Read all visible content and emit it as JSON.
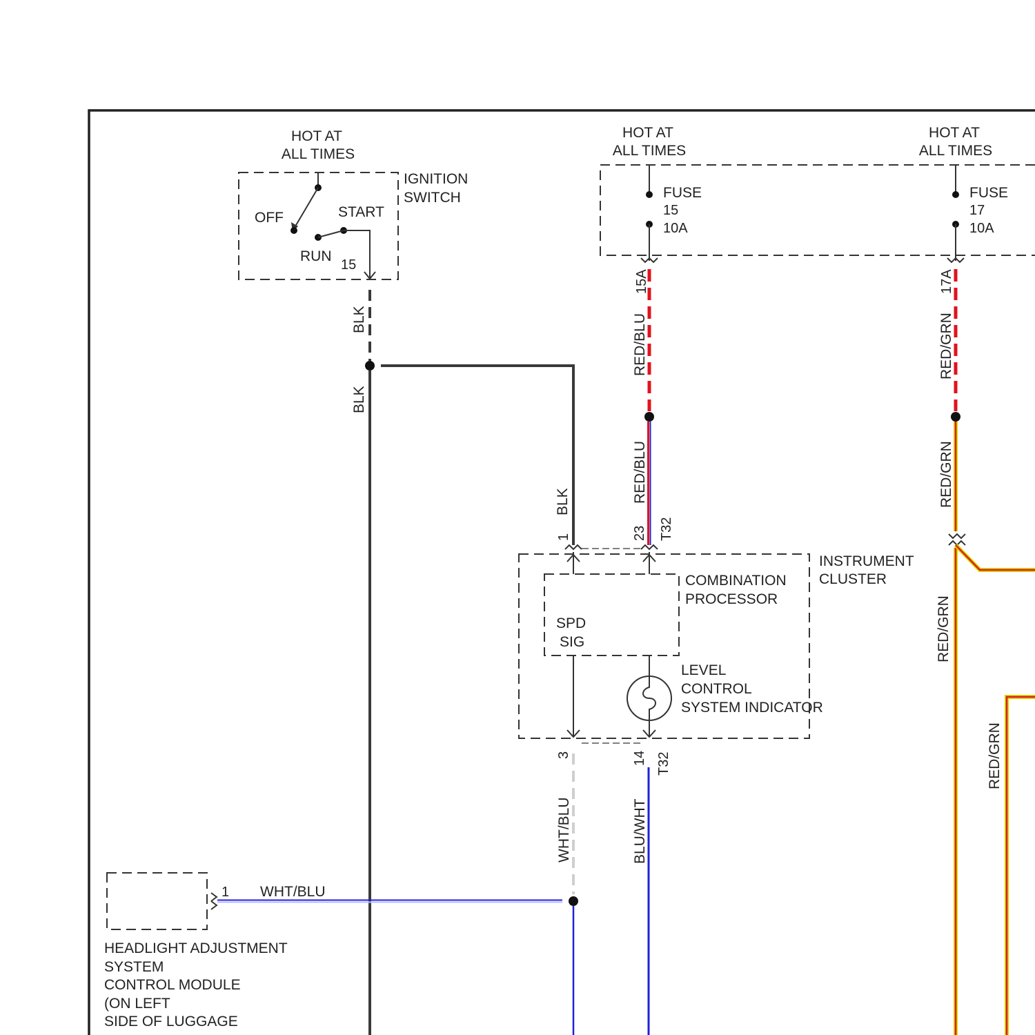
{
  "ignition": {
    "hot_line1": "HOT AT",
    "hot_line2": "ALL TIMES",
    "name_line1": "IGNITION",
    "name_line2": "SWITCH",
    "off": "OFF",
    "start": "START",
    "run": "RUN",
    "terminal": "15"
  },
  "fuse_box": {
    "fuse15": {
      "hot_line1": "HOT AT",
      "hot_line2": "ALL TIMES",
      "label": "FUSE",
      "number": "15",
      "rating": "10A",
      "terminal": "15A"
    },
    "fuse17": {
      "hot_line1": "HOT AT",
      "hot_line2": "ALL TIMES",
      "label": "FUSE",
      "number": "17",
      "rating": "10A",
      "terminal": "17A"
    }
  },
  "instrument_cluster": {
    "name_line1": "INSTRUMENT",
    "name_line2": "CLUSTER",
    "processor_line1": "COMBINATION",
    "processor_line2": "PROCESSOR",
    "spd_line1": "SPD",
    "spd_line2": "SIG",
    "indicator_line1": "LEVEL",
    "indicator_line2": "CONTROL",
    "indicator_line3": "SYSTEM INDICATOR",
    "pins": {
      "top_left": "1",
      "top_right": "23",
      "top_connector": "T32",
      "bottom_left": "3",
      "bottom_right": "14",
      "bottom_connector": "T32"
    }
  },
  "headlight_module": {
    "pin": "1",
    "line1": "HEADLIGHT ADJUSTMENT",
    "line2": "SYSTEM",
    "line3": "CONTROL MODULE",
    "line4": "(ON LEFT",
    "line5": "SIDE OF LUGGAGE"
  },
  "wires": {
    "blk_upper": "BLK",
    "blk_lower": "BLK",
    "blk_cluster": "BLK",
    "red_blu_upper": "RED/BLU",
    "red_blu_lower": "RED/BLU",
    "red_grn_upper": "RED/GRN",
    "red_grn_mid": "RED/GRN",
    "red_grn_lower": "RED/GRN",
    "red_grn_right": "RED/GRN",
    "wht_blu_vertical": "WHT/BLU",
    "wht_blu_horizontal": "WHT/BLU",
    "blu_wht": "BLU/WHT"
  },
  "colors": {
    "blk": "#3a3a3a",
    "red": "#e0141e",
    "blue": "#2020d8",
    "wht_blu_dash": "#cfcfcf",
    "grn_outline": "#d8d800",
    "red_grn_core": "#d8201a"
  }
}
